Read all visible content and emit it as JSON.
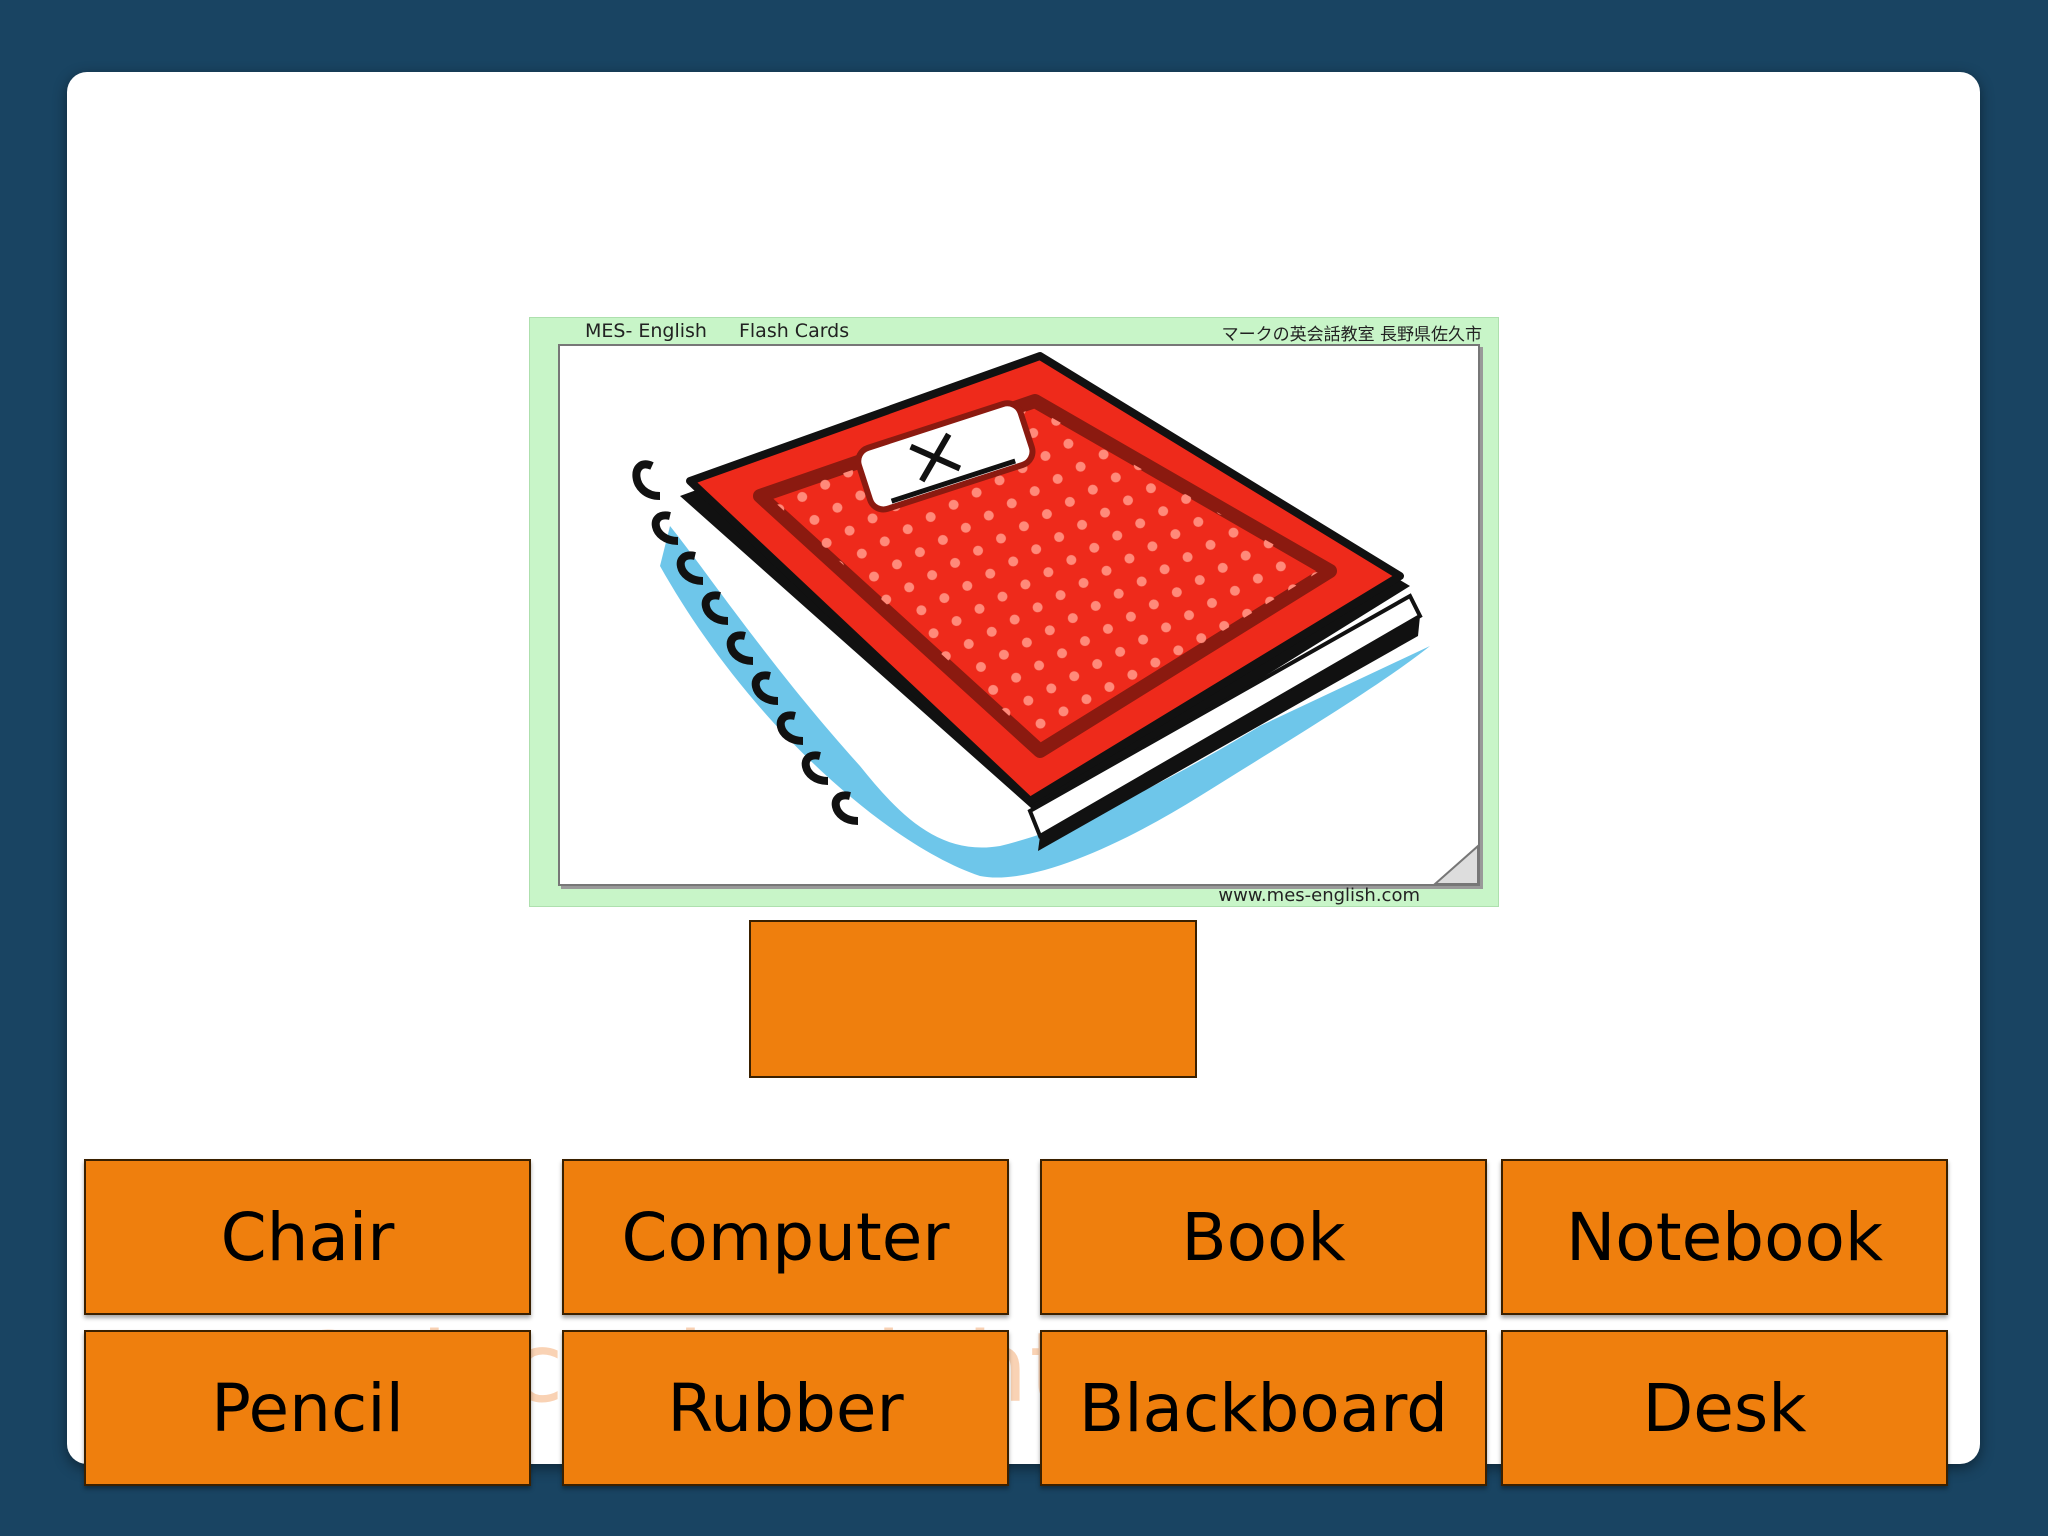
{
  "slide": {
    "instruction": "Select the right answer"
  },
  "flashcard": {
    "brand": "MES- English",
    "type": "Flash Cards",
    "japanese_header": "マークの英会話教室 長野県佐久市",
    "website": "www.mes-english.com",
    "picture_icon": "notebook-icon",
    "notebook_cover_color": "#ee2a1b",
    "notebook_shadow_color": "#6ec6ea"
  },
  "answer_box": {
    "value": ""
  },
  "options": [
    {
      "label": "Chair"
    },
    {
      "label": "Computer"
    },
    {
      "label": "Book"
    },
    {
      "label": "Notebook"
    },
    {
      "label": "Pencil"
    },
    {
      "label": "Rubber"
    },
    {
      "label": "Blackboard"
    },
    {
      "label": "Desk"
    }
  ],
  "colors": {
    "background": "#194462",
    "slide": "#ffffff",
    "button": "#ef7f0d",
    "button_border": "#3a2000",
    "card_border": "#c8f5c8"
  }
}
